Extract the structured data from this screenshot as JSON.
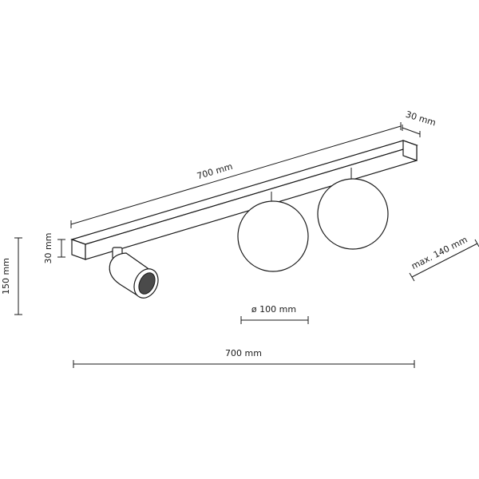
{
  "dimensions": {
    "top_length": "700 mm",
    "bottom_length": "700 mm",
    "rail_depth": "30 mm",
    "rail_height": "30 mm",
    "total_height": "150 mm",
    "max_projection": "max. 140 mm",
    "globe_diameter": "ø 100 mm"
  }
}
